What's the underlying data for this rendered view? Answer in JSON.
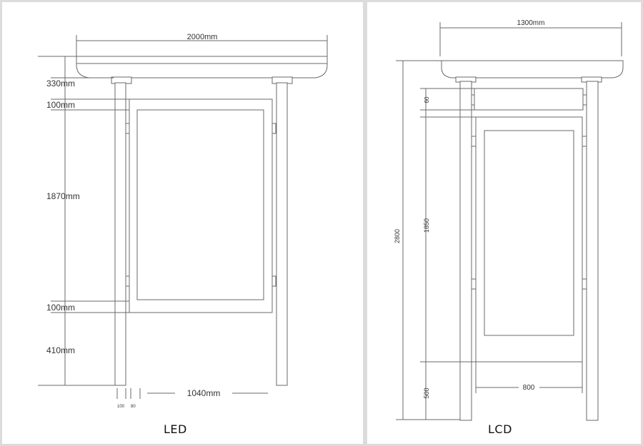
{
  "led": {
    "caption": "LED",
    "dims": {
      "width_total": "2000mm",
      "roof_height": "330mm",
      "top_frame": "100mm",
      "screen_height": "1870mm",
      "bottom_frame": "100mm",
      "base_height": "410mm",
      "panel_width": "1040mm",
      "post_small_a": "100",
      "post_small_b": "80"
    }
  },
  "lcd": {
    "caption": "LCD",
    "dims": {
      "width_total": "1300mm",
      "total_height": "2800",
      "header_height": "60",
      "screen_height": "1850",
      "base_height": "500",
      "panel_width": "800"
    }
  },
  "colors": {
    "line": "#6a6a6a",
    "bg": "#ffffff",
    "frame": "#dcdcdc"
  }
}
